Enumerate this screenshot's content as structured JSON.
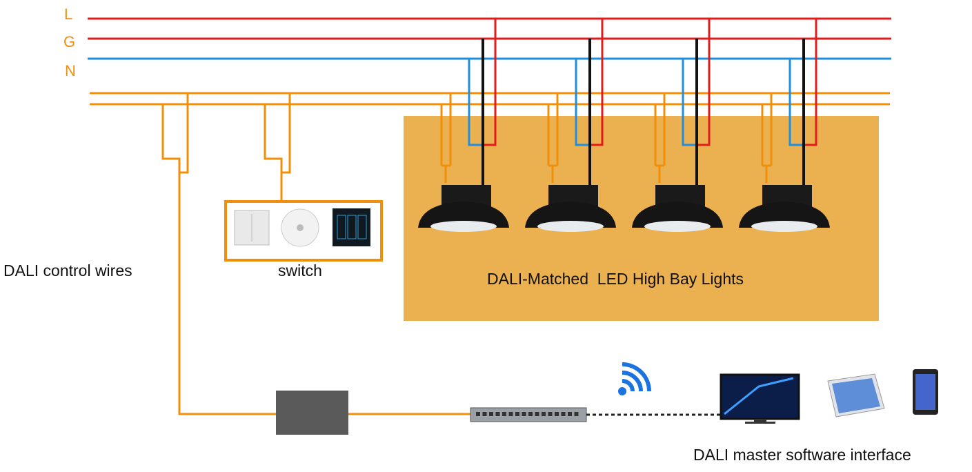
{
  "bus_labels": {
    "l": "L",
    "g": "G",
    "n": "N"
  },
  "labels": {
    "control_wires": "DALI control wires",
    "switch": "switch",
    "lights": "DALI-Matched  LED High Bay Lights",
    "software": "DALI master software interface"
  },
  "colors": {
    "live": "#e21b1b",
    "neutral": "#1e8ee0",
    "dali": "#f0900a",
    "panel": "#ebb04f",
    "ground_drop": "#111111"
  },
  "light_count": 4
}
